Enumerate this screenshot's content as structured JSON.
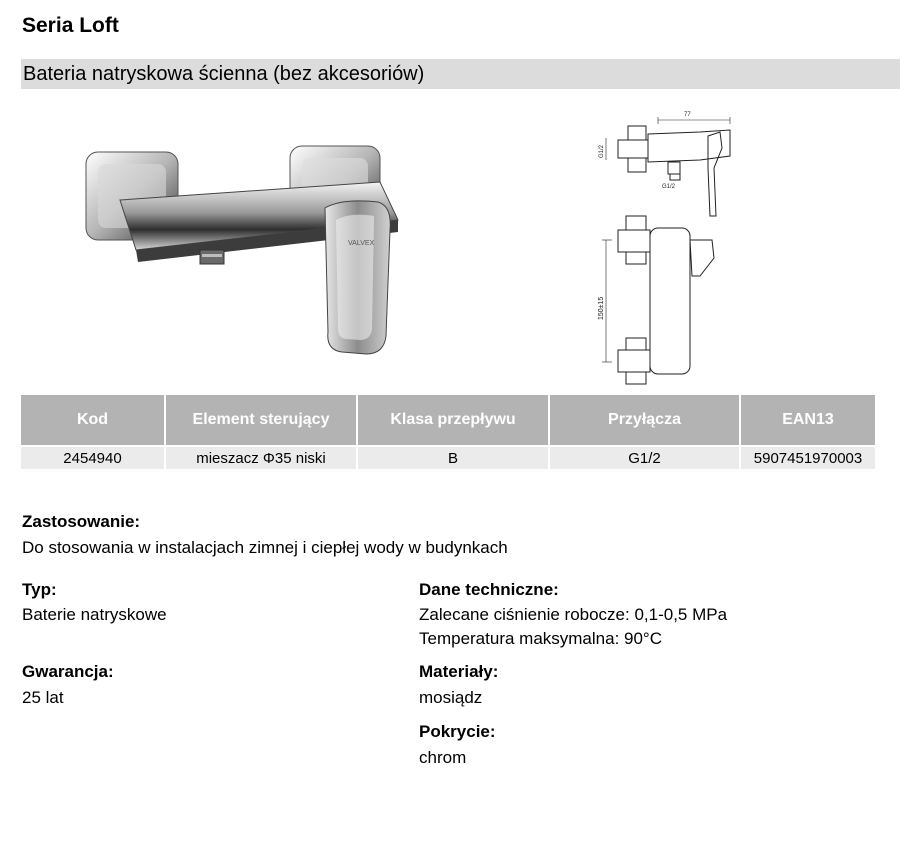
{
  "header": {
    "series": "Seria Loft",
    "product": "Bateria natryskowa ścienna (bez akcesoriów)"
  },
  "drawing": {
    "dim_top": "77",
    "dim_connection_left": "G1/2",
    "dim_connection_bottom": "G1/2",
    "dim_spacing": "150±15"
  },
  "table": {
    "headers": [
      "Kod",
      "Element sterujący",
      "Klasa przepływu",
      "Przyłącza",
      "EAN13"
    ],
    "row": [
      "2454940",
      "mieszacz Φ35 niski",
      "B",
      "G1/2",
      "5907451970003"
    ]
  },
  "info": {
    "usage_label": "Zastosowanie:",
    "usage_value": "Do stosowania w instalacjach zimnej i ciepłej wody w budynkach",
    "type_label": "Typ:",
    "type_value": "Baterie natryskowe",
    "warranty_label": "Gwarancja:",
    "warranty_value": "25 lat",
    "tech_label": "Dane techniczne:",
    "tech_line1": "Zalecane ciśnienie robocze: 0,1-0,5 MPa",
    "tech_line2": "Temperatura maksymalna: 90°C",
    "material_label": "Materiały:",
    "material_value": "mosiądz",
    "coating_label": "Pokrycie:",
    "coating_value": "chrom"
  }
}
